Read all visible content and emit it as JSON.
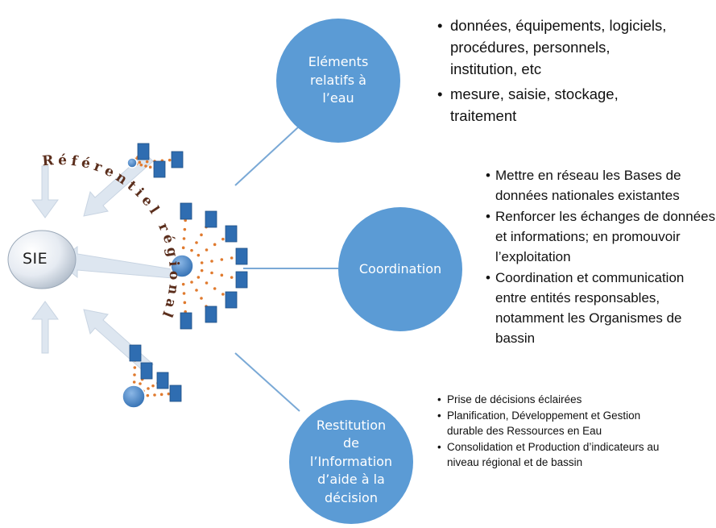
{
  "sie_label": "SIE",
  "ring_text": "Référentiel régional",
  "colors": {
    "circle": "#5b9bd5",
    "connector": "#7aa9d6",
    "arrow": "#dde6f0",
    "node": "#2f6db1",
    "dot": "#e07a2e"
  },
  "branches": [
    {
      "id": "elements",
      "circle_lines": [
        "Eléments",
        "relatifs à",
        "l’eau"
      ],
      "bullets": [
        "données, équipements, logiciels, procédures, personnels, institution, etc",
        "mesure, saisie, stockage, traitement"
      ]
    },
    {
      "id": "coordination",
      "circle_lines": [
        "Coordination"
      ],
      "bullets": [
        "Mettre en réseau les Bases de données nationales existantes",
        "Renforcer les échanges de données et informations; en promouvoir l’exploitation",
        "Coordination et communication entre entités responsables, notamment les Organismes de bassin"
      ]
    },
    {
      "id": "restitution",
      "circle_lines": [
        "Restitution",
        "de",
        "l’Information",
        "d’aide à la",
        "décision"
      ],
      "bullets": [
        "Prise de décisions éclairées",
        "Planification, Développement et Gestion durable des Ressources en Eau",
        "Consolidation et Production d’indicateurs au niveau régional et de bassin"
      ]
    }
  ]
}
